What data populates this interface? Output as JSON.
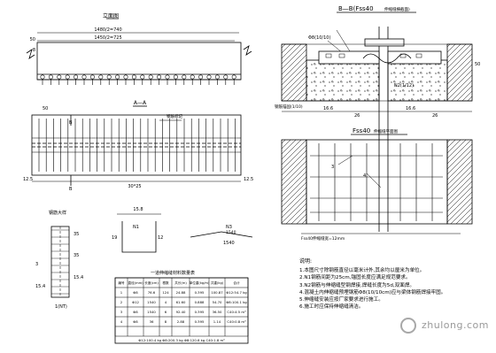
{
  "left_view": {
    "title": "立面图",
    "dim_top": "1480/2=740",
    "dim_second": "1450/2=725",
    "dim_left_a": "50",
    "dim_left_b": "8"
  },
  "section_a": {
    "title": "A—A",
    "dim_left": "50",
    "label_b_top": "B",
    "label_b_bottom": "B",
    "leader": "钢筋标记",
    "dim_bottom": "30*25",
    "dim_side_a": "12.5",
    "dim_side_b": "12.5"
  },
  "small_detail": {
    "title": "钢筋大样",
    "dims": [
      "35",
      "35",
      "3",
      "15.4",
      "15.4"
    ],
    "label": "1(NT)"
  },
  "rebar_shape": {
    "top": "15.8",
    "mid": "19",
    "label_a": "N1",
    "label_b": "12"
  },
  "bent_bar": {
    "label": "N3",
    "sub": "1540",
    "note": "1540"
  },
  "table": {
    "title": "一道伸缩缝材料数量表",
    "headers": [
      "编号",
      "直径(mm)",
      "长度(cm)",
      "根数",
      "共长(m)",
      "单位重(kg/m)",
      "共重(kg)",
      "合计"
    ],
    "rows": [
      [
        "1",
        "Φ8",
        "76.6",
        "124",
        "24.88",
        "0.395",
        "100.87",
        "Φ12:54.7 kg"
      ],
      [
        "2",
        "Φ12",
        "1540",
        "4",
        "61.60",
        "0.888",
        "54.70",
        "Φ8:100.1 kg"
      ],
      [
        "3",
        "Φ8",
        "1540",
        "6",
        "92.40",
        "0.395",
        "36.50",
        "C40:4.5 m³"
      ],
      [
        "4",
        "Φ8",
        "36",
        "8",
        "2.88",
        "0.395",
        "1.14",
        "C40:0.8 m³"
      ]
    ],
    "footer": "Φ12:100.4 kg  Φ8:200.3 kg  Φ8:120.6 kg  C40:1.8 m³"
  },
  "section_b": {
    "title": "B—B(Fss40",
    "title_suffix": "伸缩缝横截面)",
    "label_top": "Φ8(10/10)",
    "label_right": "N2(1/12)",
    "label_left": "钢筋锚固(1/10)",
    "dims_bottom": [
      "16.6",
      "26",
      "16.6",
      "26"
    ],
    "dim_side": "50"
  },
  "plan_view": {
    "title": "Fss40",
    "title_suffix": "伸缩缝平面图",
    "bottom_label": "Fss40伸缩缝宽=12mm",
    "mark_a": "3",
    "mark_b": "4"
  },
  "notes": {
    "title": "说明:",
    "lines": [
      "1.本图尺寸除钢筋直径以毫米计外,其余均以厘米为单位。",
      "2.N1钢筋间距为25cm,锚固长度应满足规范要求。",
      "3.N2钢筋与伸缩缝型钢焊接,焊缝长度为5d,双面焊。",
      "4.混凝土内伸缩缝预埋钢筋Φ8(10/10cm)应与梁体钢筋焊接牢固。",
      "5.伸缩缝安装应按厂家要求进行施工。",
      "6.施工时应保持伸缩缝清洁。"
    ]
  },
  "watermark": {
    "text": "zhulong.com"
  }
}
